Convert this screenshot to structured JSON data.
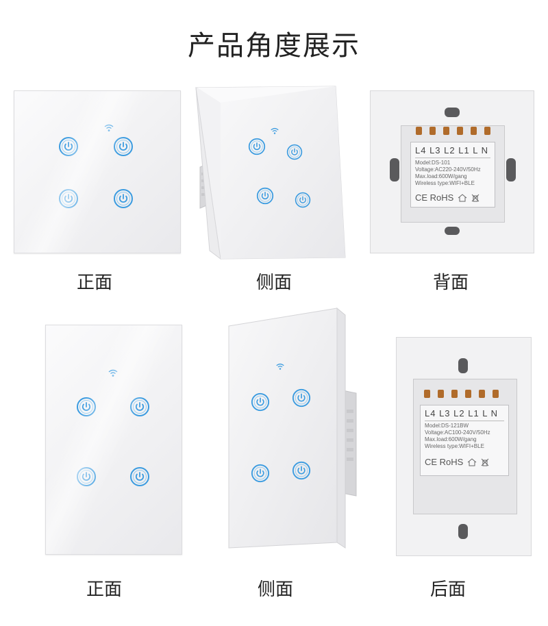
{
  "title": "产品角度展示",
  "captions": {
    "row1": [
      "正面",
      "侧面",
      "背面"
    ],
    "row2": [
      "正面",
      "侧面",
      "后面"
    ]
  },
  "back_label_1": {
    "terminals": "L4 L3 L2 L1  L  N",
    "model": "Model:DS-101",
    "voltage": "Voltage:AC220-240V/50Hz",
    "max_load": "Max.load:600W/gang",
    "wireless": "Wireless type:WIFI+BLE",
    "certs": "CE RoHS"
  },
  "back_label_2": {
    "terminals": "L4 L3 L2 L1  L  N",
    "model": "Model:DS-121BW",
    "voltage": "Voltage:AC100-240V/50Hz",
    "max_load": "Max.load:600W/gang",
    "wireless": "Wireless type:WIFI+BLE",
    "certs": "CE RoHS"
  },
  "colors": {
    "button_blue": "#3a9be0",
    "glass": "#f3f3f5",
    "terminal": "#b06b2a"
  },
  "icons": [
    "power-icon",
    "wifi-icon",
    "ce-mark",
    "house-icon",
    "weee-bin-icon"
  ]
}
